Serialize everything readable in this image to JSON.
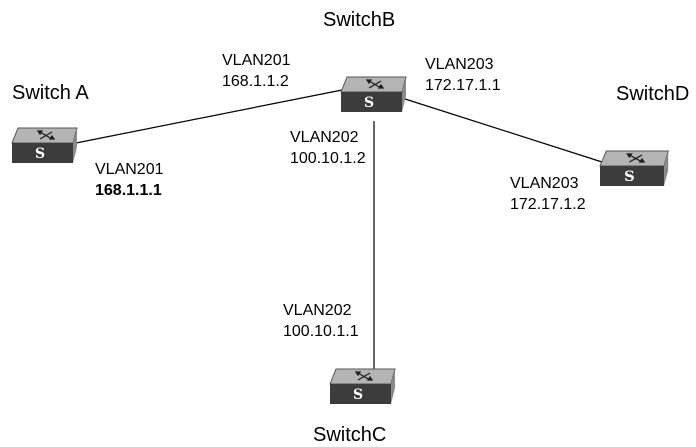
{
  "colors": {
    "switch_top": "#b0b0b0",
    "switch_front": "#3a3a3a",
    "switch_side": "#808080",
    "line": "#000000"
  },
  "switches": {
    "a": {
      "name": "Switch A",
      "icon": "switch-icon"
    },
    "b": {
      "name": "SwitchB",
      "icon": "switch-icon"
    },
    "c": {
      "name": "SwitchC",
      "icon": "switch-icon"
    },
    "d": {
      "name": "SwitchD",
      "icon": "switch-icon"
    }
  },
  "links": [
    {
      "between": [
        "Switch A",
        "SwitchB"
      ],
      "end_a": {
        "vlan": "VLAN201",
        "ip": "168.1.1.1"
      },
      "end_b": {
        "vlan": "VLAN201",
        "ip": "168.1.1.2"
      }
    },
    {
      "between": [
        "SwitchB",
        "SwitchC"
      ],
      "end_a": {
        "vlan": "VLAN202",
        "ip": "100.10.1.2"
      },
      "end_b": {
        "vlan": "VLAN202",
        "ip": "100.10.1.1"
      }
    },
    {
      "between": [
        "SwitchB",
        "SwitchD"
      ],
      "end_a": {
        "vlan": "VLAN203",
        "ip": "172.17.1.1"
      },
      "end_b": {
        "vlan": "VLAN203",
        "ip": "172.17.1.2"
      }
    }
  ]
}
